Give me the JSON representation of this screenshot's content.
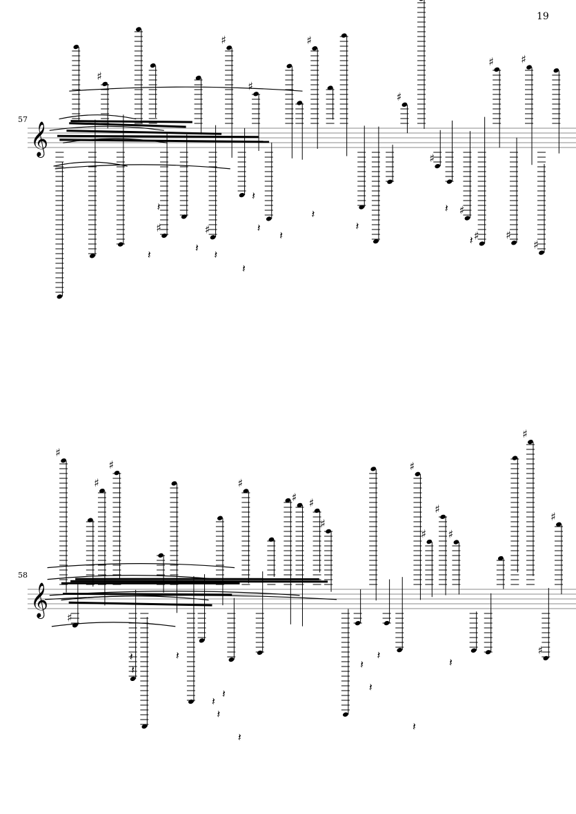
{
  "page_number": "19",
  "systems": [
    {
      "measure_number": "57"
    },
    {
      "measure_number": "58"
    }
  ],
  "colors": {
    "ink": "#000000",
    "staff": "#999999"
  }
}
